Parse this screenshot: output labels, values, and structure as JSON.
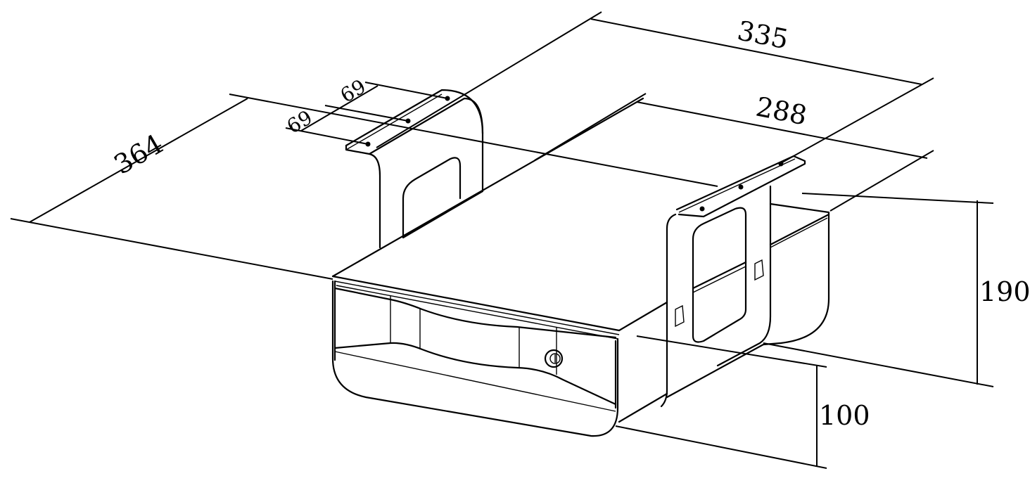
{
  "diagram": {
    "title": "Under-desk drawer with mounting brackets",
    "stroke_color": "#000000",
    "background": "#ffffff"
  },
  "dimensions": {
    "overall_width": {
      "value": "335"
    },
    "inner_width": {
      "value": "288"
    },
    "depth": {
      "value": "364"
    },
    "hole_spacing_1": {
      "value": "69"
    },
    "hole_spacing_2": {
      "value": "69"
    },
    "overall_height": {
      "value": "190"
    },
    "drawer_height": {
      "value": "100"
    }
  },
  "parts": {
    "left_bracket": {
      "label": "left-mounting-bracket",
      "holes": 3
    },
    "right_bracket": {
      "label": "right-mounting-bracket",
      "holes": 3
    },
    "drawer_body": {
      "label": "drawer-body"
    },
    "lock": {
      "label": "key-lock"
    }
  }
}
